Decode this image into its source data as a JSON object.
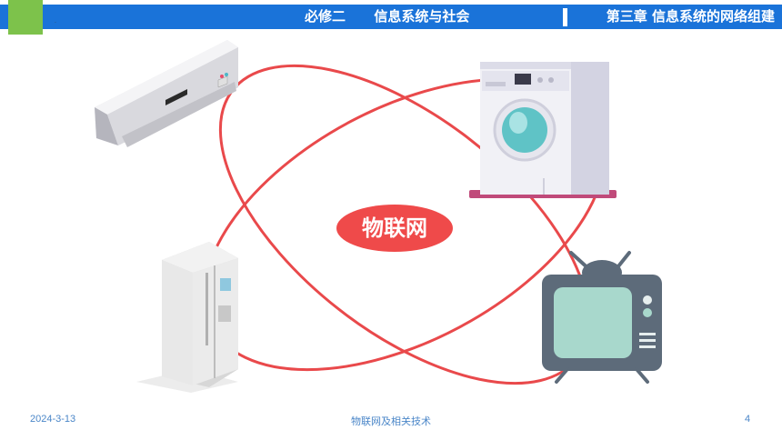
{
  "header": {
    "course": "必修二      信息系统与社会",
    "chapter": "第三章  信息系统的网络组建"
  },
  "center_label": "物联网",
  "devices": [
    "air-conditioner",
    "washing-machine",
    "refrigerator",
    "television"
  ],
  "colors": {
    "header_blue": "#1a73d9",
    "corner_green": "#7dc24b",
    "orbit_red": "#e9494b",
    "label_red": "#ef4a4a"
  },
  "footer": {
    "date": "2024-3-13",
    "title": "物联网及相关技术",
    "page": "4"
  }
}
